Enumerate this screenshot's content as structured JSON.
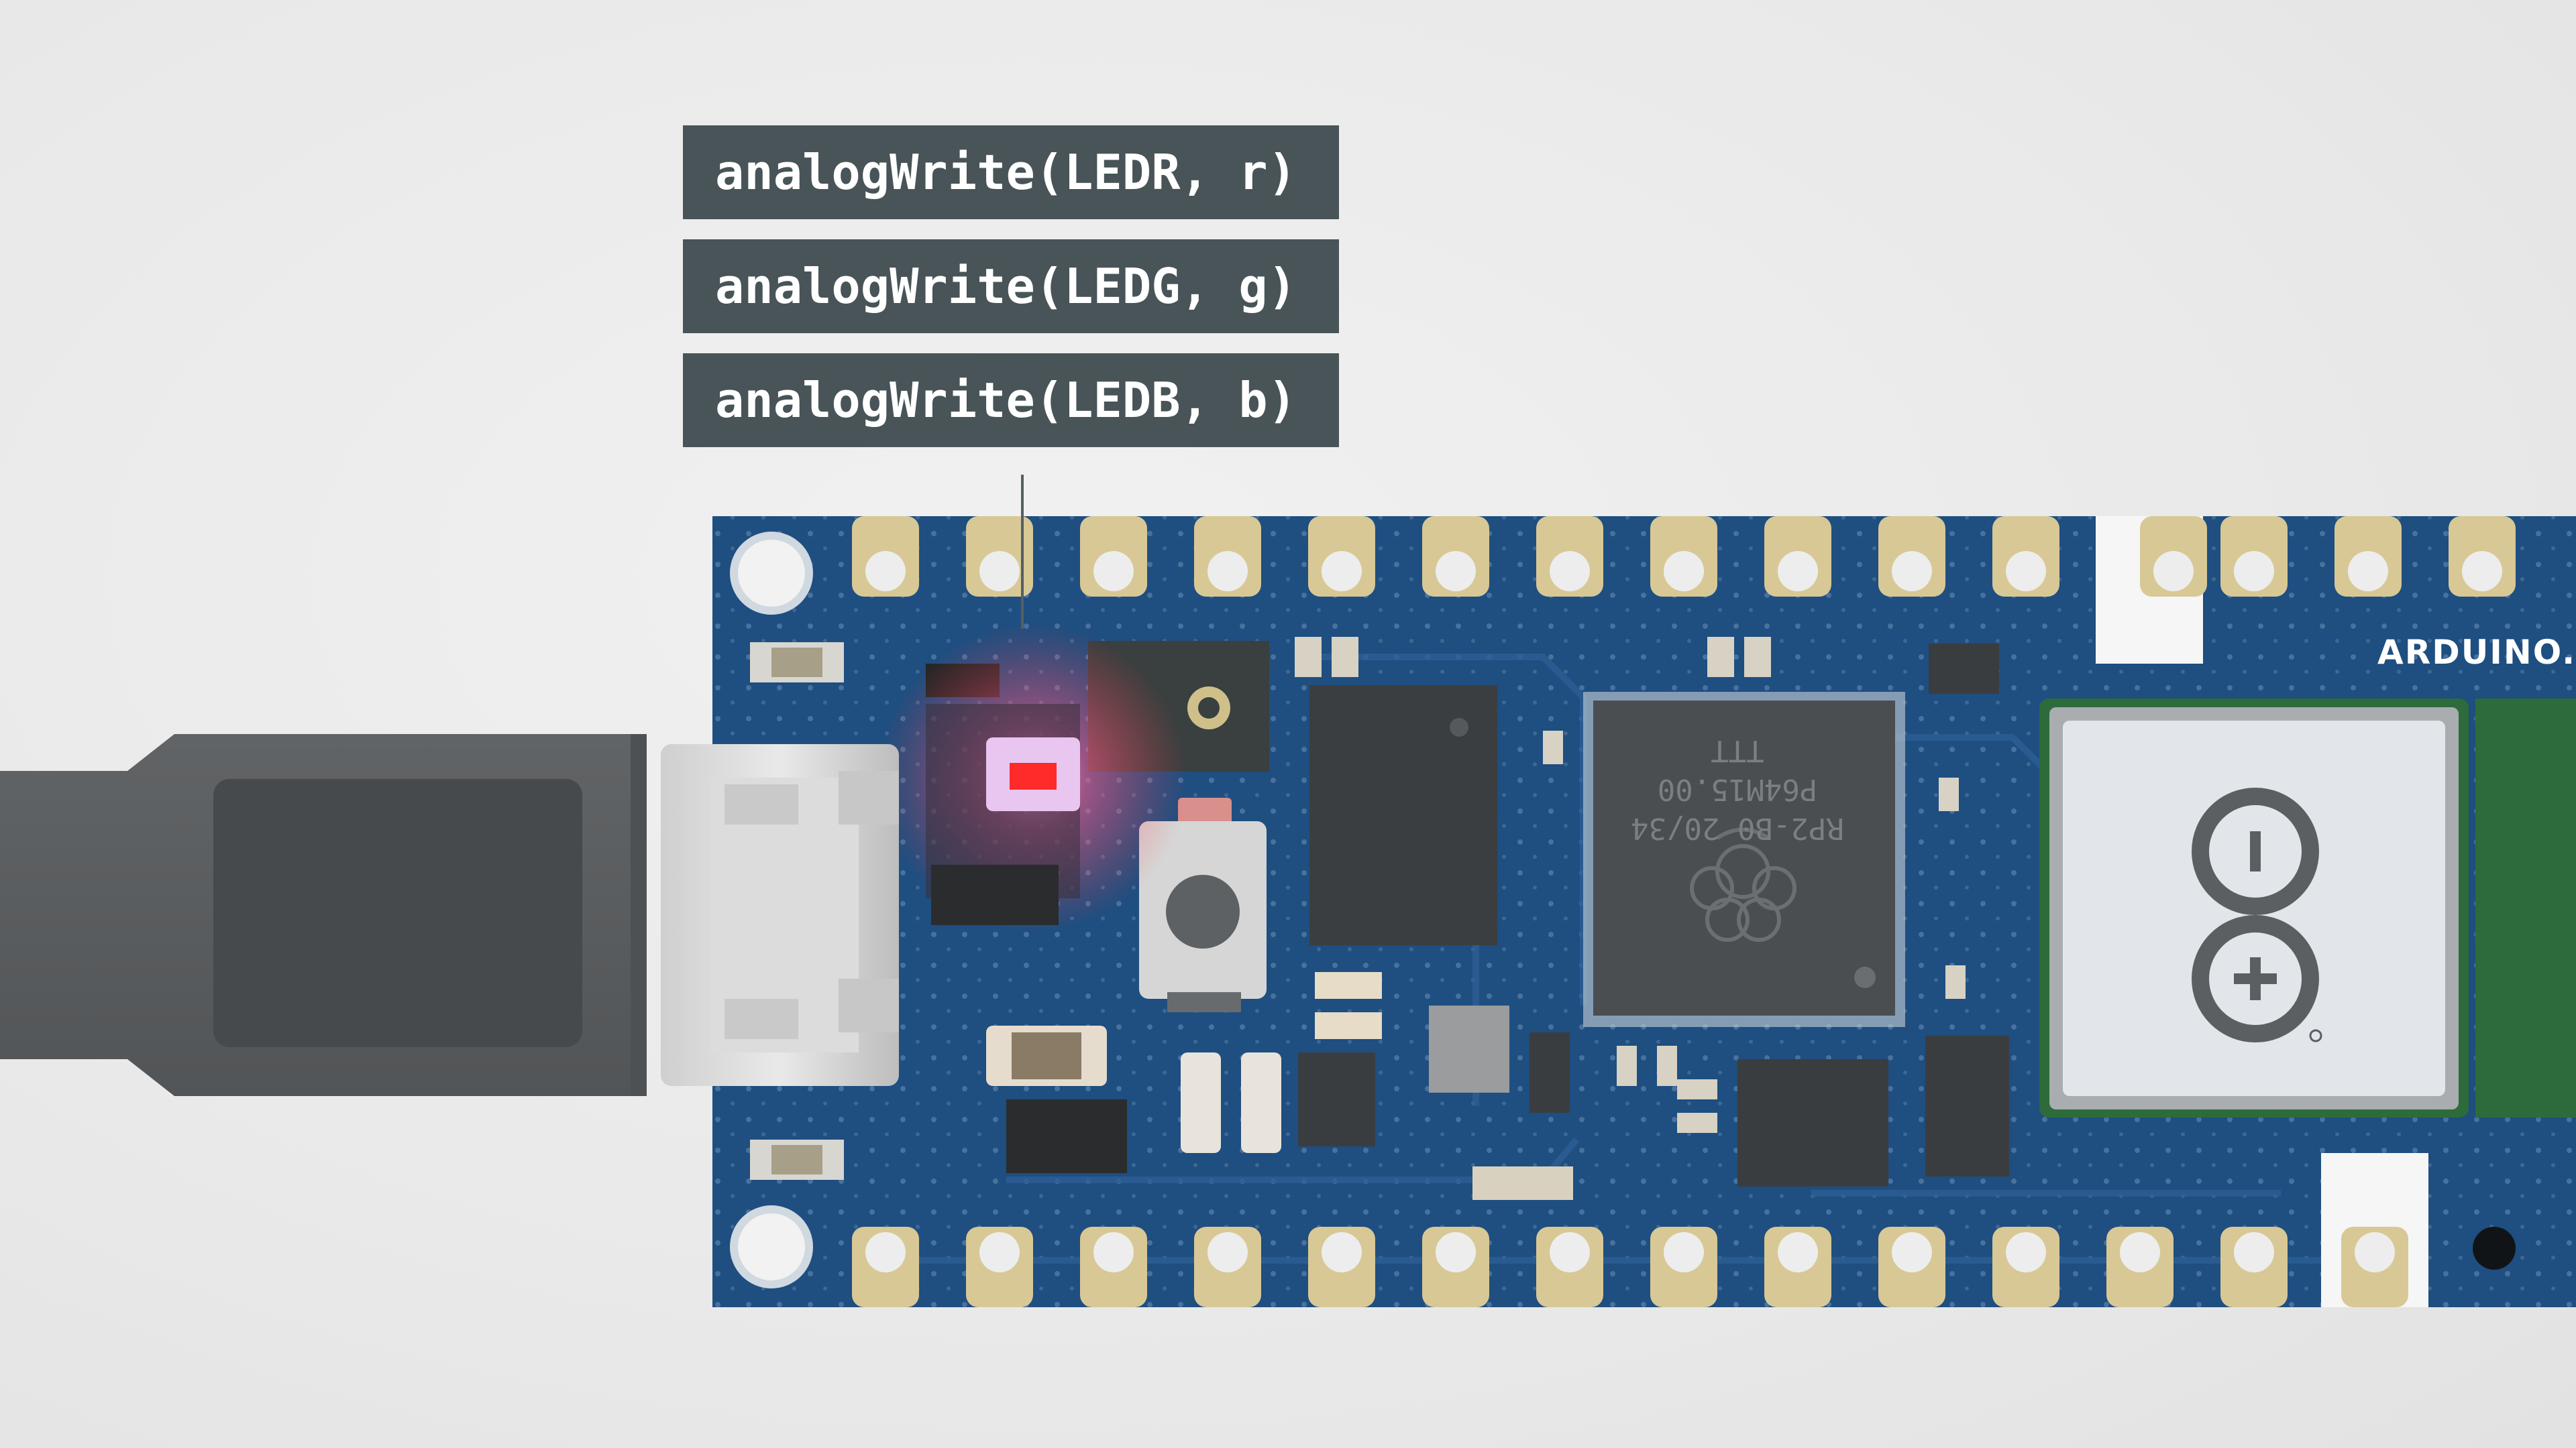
{
  "labels": [
    {
      "text": "analogWrite(LEDR, r)"
    },
    {
      "text": "analogWrite(LEDG, g)"
    },
    {
      "text": "analogWrite(LEDB, b)"
    }
  ],
  "board": {
    "brand_text": "ARDUINO.",
    "chip_marking_line1": "RP2-B0 20/34",
    "chip_marking_line2": "P64M15.00 TTT"
  },
  "colors": {
    "label_background": "#485457",
    "label_text": "#ffffff",
    "pcb_blue": "#1f4e80",
    "pad_gold": "#d8c895",
    "usb_cable": "#5a5d5f",
    "led_red": "#ff2a2a",
    "led_glow": "#ff7aa8"
  },
  "icons": [
    "arduino-infinity-logo",
    "raspberry-pi-logo"
  ]
}
